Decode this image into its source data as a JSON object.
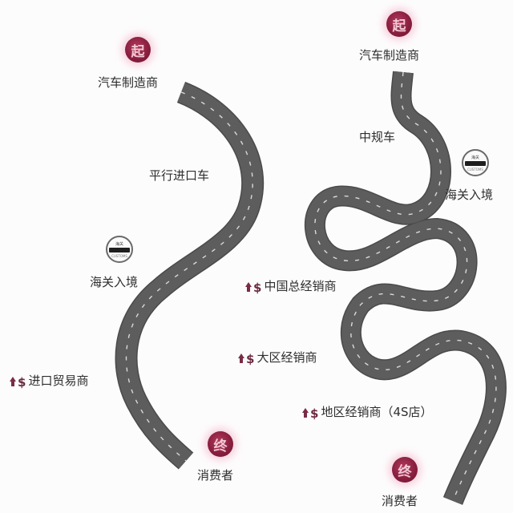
{
  "colors": {
    "background": "#fdfcfc",
    "road": "#5d5d5d",
    "lane_marking": "#d9d9d9",
    "badge": "#8a1f3f",
    "text": "#2e2e2e"
  },
  "left_route": {
    "name": "parallel-import",
    "start": {
      "badge": "起",
      "label": "汽车制造商"
    },
    "road_label": "平行进口车",
    "customs": {
      "icon": "customs-seal-icon",
      "label": "海关入境"
    },
    "steps": [
      {
        "icon": "money-up-icon",
        "label": "进口贸易商"
      }
    ],
    "end": {
      "badge": "终",
      "label": "消费者"
    }
  },
  "right_route": {
    "name": "regular-import",
    "start": {
      "badge": "起",
      "label": "汽车制造商"
    },
    "road_label": "中规车",
    "customs": {
      "icon": "customs-seal-icon",
      "label": "海关入境"
    },
    "steps": [
      {
        "icon": "money-up-icon",
        "label": "中国总经销商"
      },
      {
        "icon": "money-up-icon",
        "label": "大区经销商"
      },
      {
        "icon": "money-up-icon",
        "label": "地区经销商（4S店）"
      }
    ],
    "end": {
      "badge": "终",
      "label": "消费者"
    }
  },
  "money_icon": {
    "arrow": "⬆",
    "symbol": "$"
  },
  "customs_seal": {
    "top_text": "海关",
    "bottom_text": "CUSTOMS"
  }
}
